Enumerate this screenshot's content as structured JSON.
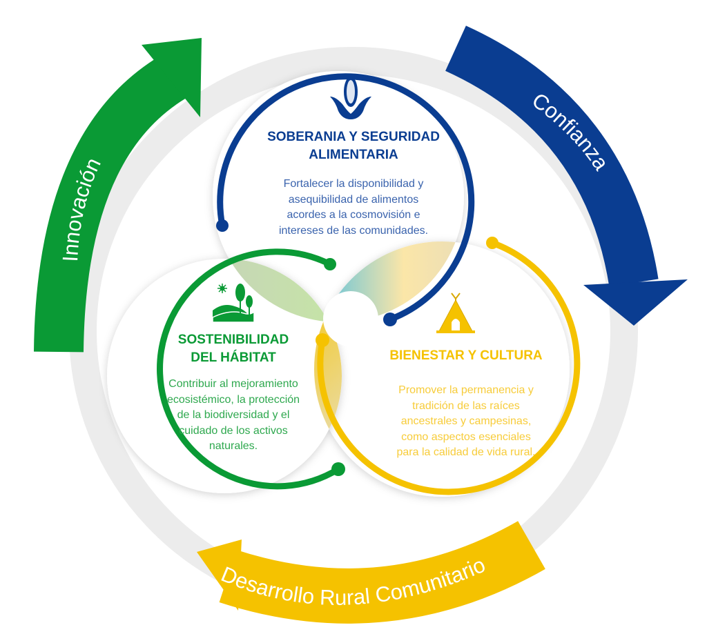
{
  "colors": {
    "blue": "#0a3d91",
    "green": "#0a9a35",
    "yellow": "#f5c200",
    "ring": "#ececec"
  },
  "arrows": {
    "innovation": "Innovación",
    "trust": "Confianza",
    "rural_development": "Desarrollo Rural  Comunitario"
  },
  "circles": {
    "food": {
      "icon": "corn-tulip-icon",
      "title_line1": "SOBERANIA Y SEGURIDAD",
      "title_line2": "ALIMENTARIA",
      "body": [
        "Fortalecer la disponibilidad y",
        "asequibilidad de alimentos",
        "acordes a la cosmovisión e",
        "intereses de las comunidades."
      ]
    },
    "habitat": {
      "icon": "landscape-trees-sun-icon",
      "title_line1": "SOSTENIBILIDAD",
      "title_line2": "DEL HÁBITAT",
      "body": [
        "Contribuir al mejoramiento",
        "ecosistémico, la protección",
        "de la biodiversidad y el",
        "cuidado de los activos",
        "naturales."
      ]
    },
    "culture": {
      "icon": "teepee-icon",
      "title_line1": "BIENESTAR Y CULTURA",
      "body": [
        "Promover la permanencia y",
        "tradición de las raíces",
        "ancestrales y campesinas,",
        "como aspectos esenciales",
        "para la calidad de vida rural."
      ]
    }
  }
}
